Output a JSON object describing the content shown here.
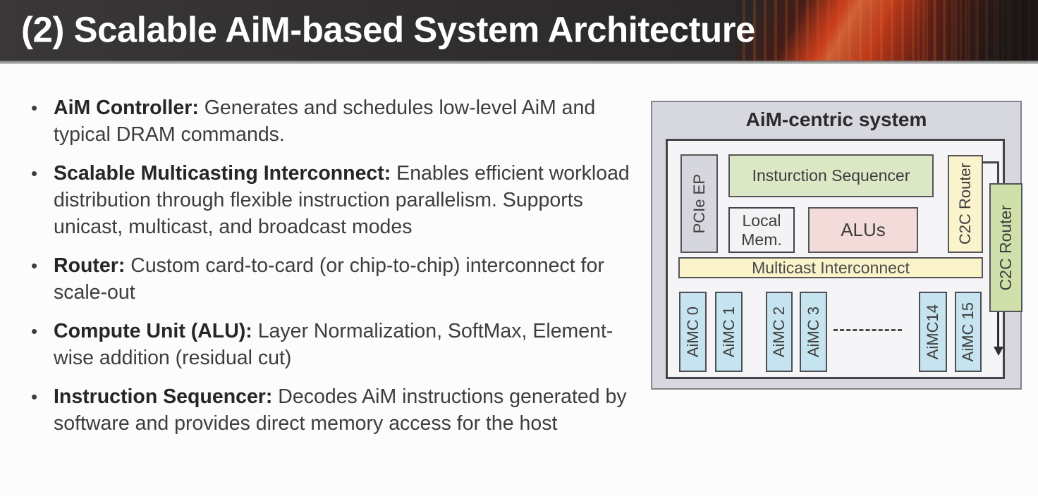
{
  "header": {
    "title": "(2) Scalable AiM-based System Architecture"
  },
  "bullets": [
    {
      "term": "AiM Controller:",
      "desc": " Generates and schedules low-level AiM and typical DRAM commands."
    },
    {
      "term": "Scalable Multicasting Interconnect:",
      "desc": " Enables efficient workload distribution through flexible instruction parallelism. Supports unicast, multicast, and broadcast modes"
    },
    {
      "term": "Router:",
      "desc": " Custom card-to-card (or chip-to-chip) interconnect for scale-out"
    },
    {
      "term": "Compute Unit (ALU):",
      "desc": " Layer Normalization, SoftMax, Element-wise addition (residual cut)"
    },
    {
      "term": "Instruction Sequencer:",
      "desc": " Decodes AiM instructions generated by software and provides direct memory access for the host"
    }
  ],
  "diagram": {
    "title": "AiM-centric system",
    "pcie_ep": "PCIe EP",
    "instruction_sequencer": "Insturction Sequencer",
    "local_mem": "Local Mem.",
    "alus": "ALUs",
    "c2c_router_inner": "C2C Router",
    "c2c_router_outer": "C2C Router",
    "multicast_interconnect": "Multicast Interconnect",
    "aimc_labels": [
      "AiMC 0",
      "AiMC 1",
      "AiMC 2",
      "AiMC 3",
      "AiMC14",
      "AiMC 15"
    ],
    "colors": {
      "header_bg": "#2d2b2c",
      "accent_red": "#cd3c19",
      "outer_box_bg": "#d7d7df",
      "inner_box_bg": "#f5f5f7",
      "green_box": "#dbe7c5",
      "yellow_box": "#fbf3cb",
      "pink_box": "#f3dbd9",
      "blue_box": "#c6e4ef",
      "gray_box": "#d6d6de"
    }
  }
}
